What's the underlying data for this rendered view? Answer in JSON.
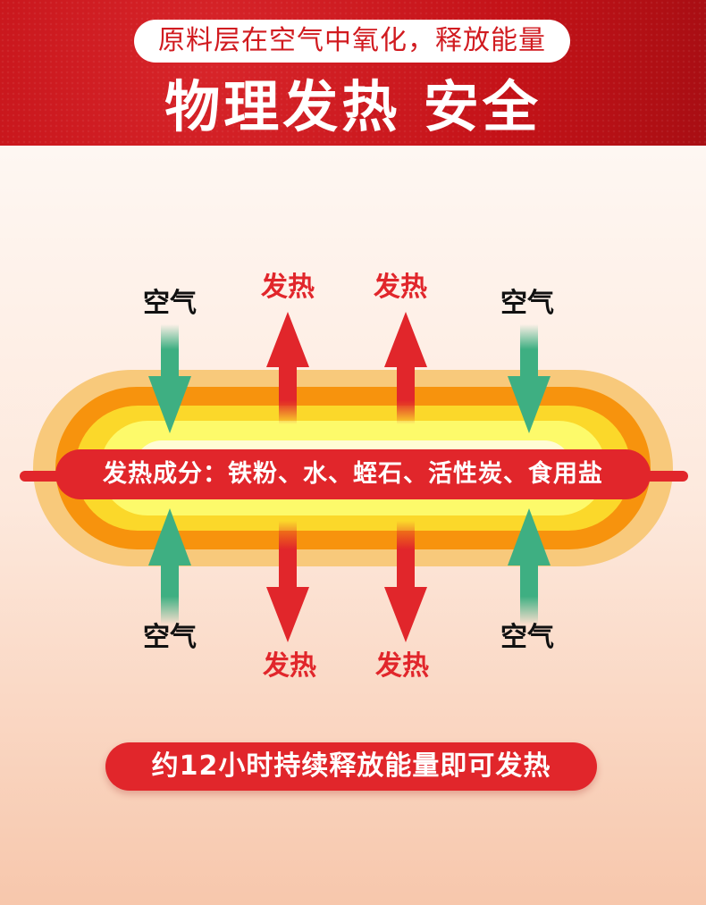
{
  "banner": {
    "subtitle": "原料层在空气中氧化，释放能量",
    "headline": "物理发热 安全"
  },
  "diagram": {
    "air_label": "空气",
    "heat_label": "发热",
    "ingredients": "发热成分：铁粉、水、蛭石、活性炭、食用盐",
    "colors": {
      "air_arrow": "#3eaf82",
      "heat_arrow": "#e1262b",
      "outer_ring": "#f8c97b",
      "orange_ring": "#f7930d",
      "yellow_ring": "#fbd82a",
      "core": "#fdfa6a",
      "band": "#e1262b"
    }
  },
  "footer": {
    "note": "约12小时持续释放能量即可发热"
  }
}
